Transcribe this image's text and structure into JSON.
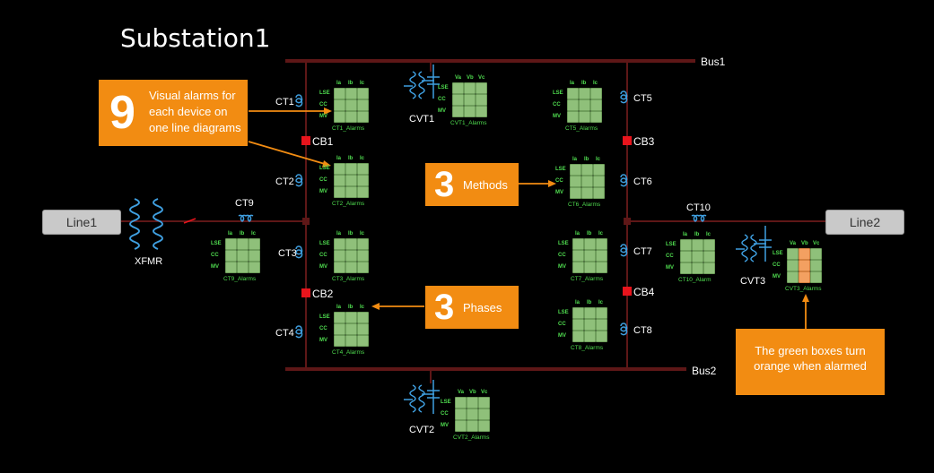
{
  "title": "Substation1",
  "buses": {
    "bus1": "Bus1",
    "bus2": "Bus2"
  },
  "lines": {
    "line1": "Line1",
    "line2": "Line2"
  },
  "transformer": "XFMR",
  "breakers": {
    "cb1": "CB1",
    "cb2": "CB2",
    "cb3": "CB3",
    "cb4": "CB4"
  },
  "cts": {
    "ct1": "CT1",
    "ct2": "CT2",
    "ct3": "CT3",
    "ct4": "CT4",
    "ct5": "CT5",
    "ct6": "CT6",
    "ct7": "CT7",
    "ct8": "CT8",
    "ct9": "CT9",
    "ct10": "CT10"
  },
  "cvts": {
    "cvt1": "CVT1",
    "cvt2": "CVT2",
    "cvt3": "CVT3"
  },
  "grid_rows": [
    "LSE",
    "CC",
    "MV"
  ],
  "current_cols": [
    "Ia",
    "Ib",
    "Ic"
  ],
  "voltage_cols": [
    "Va",
    "Vb",
    "Vc"
  ],
  "alarm_grids": {
    "ct1": "CT1_Alarms",
    "ct2": "CT2_Alarms",
    "ct3": "CT3_Alarms",
    "ct4": "CT4_Alarms",
    "ct5": "CT5_Alarms",
    "ct6": "CT6_Alarms",
    "ct7": "CT7_Alarms",
    "ct8": "CT8_Alarms",
    "ct9": "CT9_Alarms",
    "ct10": "CT10_Alarm",
    "cvt1": "CVT1_Alarms",
    "cvt2": "CVT2_Alarms",
    "cvt3": "CVT3_Alarms"
  },
  "callouts": {
    "visual": {
      "number": "9",
      "line1": "Visual alarms for",
      "line2": "each device on",
      "line3": "one line diagrams"
    },
    "methods": {
      "number": "3",
      "text": "Methods"
    },
    "phases": {
      "number": "3",
      "text": "Phases"
    },
    "orange": {
      "line1": "The green boxes turn",
      "line2": "orange when alarmed"
    }
  },
  "colors": {
    "bus": "#5e1717",
    "breaker": "#e8141c",
    "ct_coil": "#3f9fe0",
    "grid_cell": "#8fc07a",
    "alarm_cell": "#f3a061",
    "callout": "#f28c12",
    "grid_text": "#4fdc4f"
  }
}
